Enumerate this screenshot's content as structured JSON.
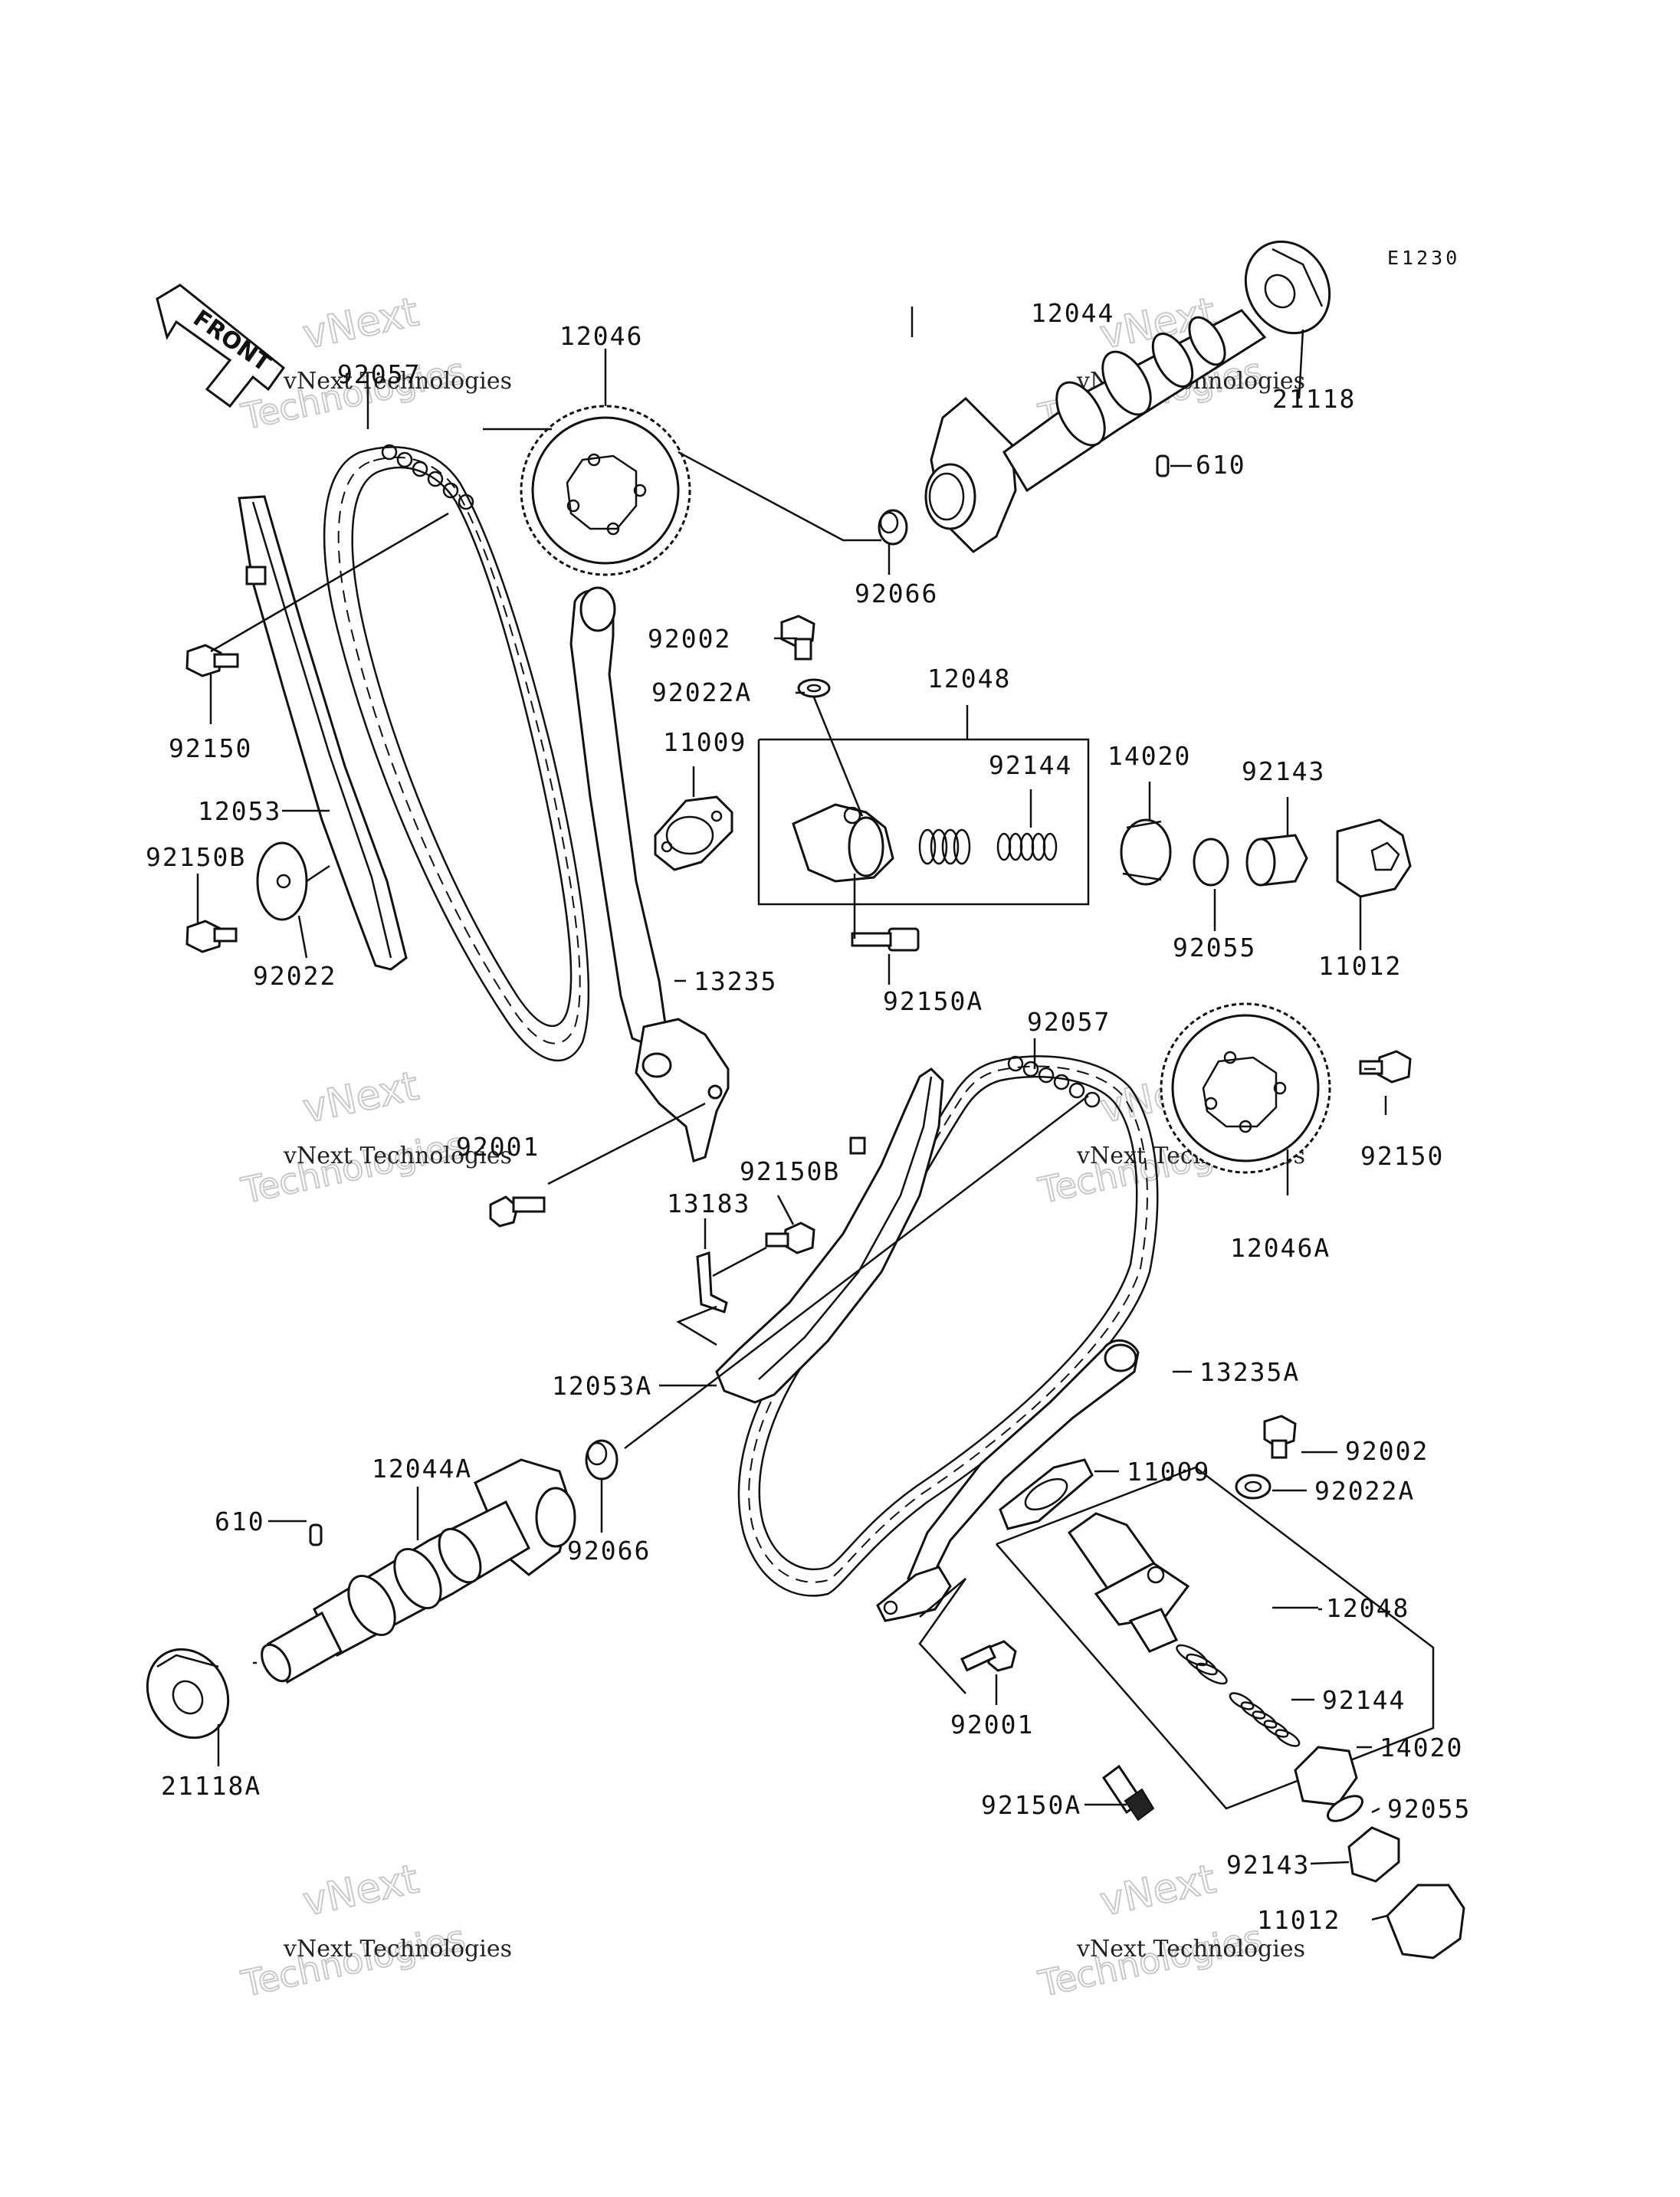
{
  "diagram_code": "E1230",
  "front_label": "FRONT",
  "watermark": {
    "line1": "vNext Technologies",
    "line2": "vNext",
    "line3": "Technologies"
  },
  "labels": {
    "p12046": "12046",
    "p92057_top": "92057",
    "p12044": "12044",
    "p21118": "21118",
    "p610_top": "610",
    "p92066_top": "92066",
    "p92002_top": "92002",
    "p92022A_top": "92022A",
    "p12048_top": "12048",
    "p11009_top": "11009",
    "p92144_top": "92144",
    "p14020_top": "14020",
    "p92143_top": "92143",
    "p92150_left": "92150",
    "p12053": "12053",
    "p92150B_left": "92150B",
    "p92022": "92022",
    "p92055_top": "92055",
    "p11012_top": "11012",
    "p13235": "13235",
    "p92150A_top": "92150A",
    "p92057_mid": "92057",
    "p92150_right": "92150",
    "p92001_top": "92001",
    "p92150B_mid": "92150B",
    "p13183": "13183",
    "p12046A": "12046A",
    "p13235A": "13235A",
    "p12053A": "12053A",
    "p92002_bottom": "92002",
    "p12044A": "12044A",
    "p11009_bottom": "11009",
    "p92022A_bottom": "92022A",
    "p610_bottom": "610",
    "p92066_bottom": "92066",
    "p12048_bottom": "12048",
    "p92144_bottom": "92144",
    "p92001_bottom": "92001",
    "p14020_bottom": "14020",
    "p21118A": "21118A",
    "p92150A_bottom": "92150A",
    "p92055_bottom": "92055",
    "p92143_bottom": "92143",
    "p11012_bottom": "11012"
  }
}
